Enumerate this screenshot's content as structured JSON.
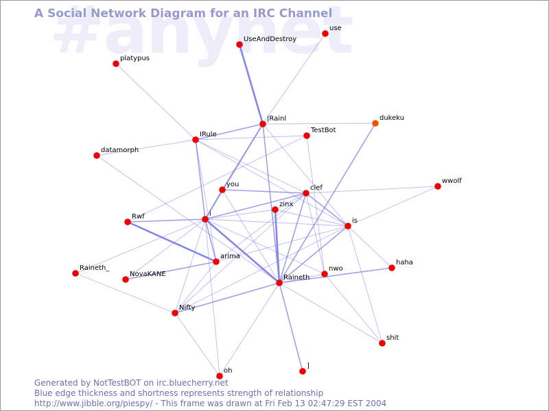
{
  "title": "A Social Network Diagram for an IRC Channel",
  "channel_watermark": "#anynet",
  "footer": {
    "line1": "Generated by NotTestBOT on irc.bluecherry.net",
    "line2": "Blue edge thickness and shortness represents strength of relationship",
    "line3": "http://www.jibble.org/piespy/ - This frame was drawn at Fri Feb 13 02:47:29 EST 2004"
  },
  "colors": {
    "node": "#ee0000",
    "node_alt": "#ee5500",
    "edge": "#8080e8",
    "title": "#9898d0",
    "watermark": "#eeeefb"
  },
  "nodes": [
    {
      "id": "UseAndDestroy",
      "label": "UseAndDestroy"
    },
    {
      "id": "use",
      "label": "use"
    },
    {
      "id": "platypus",
      "label": "platypus"
    },
    {
      "id": "Rainl",
      "label": "|Rainl"
    },
    {
      "id": "dukeku",
      "label": "dukeku",
      "color": "#ee5500"
    },
    {
      "id": "TestBot",
      "label": "TestBot"
    },
    {
      "id": "IRule",
      "label": "IRule"
    },
    {
      "id": "datamorph",
      "label": "datamorph"
    },
    {
      "id": "you",
      "label": "you"
    },
    {
      "id": "clef",
      "label": "clef"
    },
    {
      "id": "wwolf",
      "label": "wwolf"
    },
    {
      "id": "zinx",
      "label": "zinx"
    },
    {
      "id": "Rwf",
      "label": "Rwf"
    },
    {
      "id": "i",
      "label": "i"
    },
    {
      "id": "is",
      "label": "is"
    },
    {
      "id": "arima",
      "label": "arima"
    },
    {
      "id": "haha",
      "label": "haha"
    },
    {
      "id": "Raineth_",
      "label": "Raineth_"
    },
    {
      "id": "NovaKANE",
      "label": "NovaKANE"
    },
    {
      "id": "nwo",
      "label": "nwo"
    },
    {
      "id": "Raineth",
      "label": "Raineth"
    },
    {
      "id": "Nifty",
      "label": "Nifty"
    },
    {
      "id": "shit",
      "label": "shit"
    },
    {
      "id": "oh",
      "label": "oh"
    },
    {
      "id": "bracket",
      "label": "]"
    }
  ],
  "edges": [
    {
      "a": "UseAndDestroy",
      "b": "Rainl",
      "w": 3
    },
    {
      "a": "use",
      "b": "Rainl",
      "w": 1
    },
    {
      "a": "platypus",
      "b": "IRule",
      "w": 1
    },
    {
      "a": "Rainl",
      "b": "dukeku",
      "w": 1
    },
    {
      "a": "Rainl",
      "b": "IRule",
      "w": 2
    },
    {
      "a": "Rainl",
      "b": "you",
      "w": 2
    },
    {
      "a": "Rainl",
      "b": "i",
      "w": 2
    },
    {
      "a": "Rainl",
      "b": "Raineth",
      "w": 2
    },
    {
      "a": "Rainl",
      "b": "is",
      "w": 1
    },
    {
      "a": "dukeku",
      "b": "Raineth",
      "w": 2
    },
    {
      "a": "TestBot",
      "b": "IRule",
      "w": 1
    },
    {
      "a": "TestBot",
      "b": "Rwf",
      "w": 1
    },
    {
      "a": "TestBot",
      "b": "nwo",
      "w": 1
    },
    {
      "a": "IRule",
      "b": "datamorph",
      "w": 1
    },
    {
      "a": "IRule",
      "b": "i",
      "w": 2
    },
    {
      "a": "IRule",
      "b": "clef",
      "w": 1
    },
    {
      "a": "IRule",
      "b": "is",
      "w": 1
    },
    {
      "a": "IRule",
      "b": "arima",
      "w": 1
    },
    {
      "a": "datamorph",
      "b": "Raineth",
      "w": 1
    },
    {
      "a": "you",
      "b": "clef",
      "w": 2
    },
    {
      "a": "you",
      "b": "i",
      "w": 2
    },
    {
      "a": "you",
      "b": "Raineth",
      "w": 1
    },
    {
      "a": "clef",
      "b": "wwolf",
      "w": 1
    },
    {
      "a": "clef",
      "b": "zinx",
      "w": 1
    },
    {
      "a": "clef",
      "b": "i",
      "w": 2
    },
    {
      "a": "clef",
      "b": "is",
      "w": 2
    },
    {
      "a": "clef",
      "b": "Raineth",
      "w": 2
    },
    {
      "a": "clef",
      "b": "nwo",
      "w": 1
    },
    {
      "a": "clef",
      "b": "Nifty",
      "w": 1
    },
    {
      "a": "clef",
      "b": "arima",
      "w": 1
    },
    {
      "a": "wwolf",
      "b": "is",
      "w": 1
    },
    {
      "a": "zinx",
      "b": "i",
      "w": 1
    },
    {
      "a": "zinx",
      "b": "Raineth",
      "w": 3
    },
    {
      "a": "zinx",
      "b": "is",
      "w": 1
    },
    {
      "a": "Rwf",
      "b": "i",
      "w": 2
    },
    {
      "a": "Rwf",
      "b": "arima",
      "w": 3
    },
    {
      "a": "i",
      "b": "is",
      "w": 1
    },
    {
      "a": "i",
      "b": "arima",
      "w": 2
    },
    {
      "a": "i",
      "b": "Raineth",
      "w": 3
    },
    {
      "a": "i",
      "b": "NovaKANE",
      "w": 1
    },
    {
      "a": "i",
      "b": "Raineth_",
      "w": 1
    },
    {
      "a": "i",
      "b": "Nifty",
      "w": 1
    },
    {
      "a": "i",
      "b": "nwo",
      "w": 1
    },
    {
      "a": "i",
      "b": "oh",
      "w": 1
    },
    {
      "a": "is",
      "b": "Raineth",
      "w": 2
    },
    {
      "a": "is",
      "b": "haha",
      "w": 1
    },
    {
      "a": "is",
      "b": "Nifty",
      "w": 1
    },
    {
      "a": "is",
      "b": "shit",
      "w": 1
    },
    {
      "a": "is",
      "b": "arima",
      "w": 1
    },
    {
      "a": "arima",
      "b": "NovaKANE",
      "w": 2
    },
    {
      "a": "arima",
      "b": "Nifty",
      "w": 1
    },
    {
      "a": "Raineth",
      "b": "nwo",
      "w": 1
    },
    {
      "a": "Raineth",
      "b": "haha",
      "w": 2
    },
    {
      "a": "Raineth",
      "b": "shit",
      "w": 1
    },
    {
      "a": "Raineth",
      "b": "bracket",
      "w": 2
    },
    {
      "a": "Raineth",
      "b": "oh",
      "w": 1
    },
    {
      "a": "Raineth",
      "b": "Nifty",
      "w": 2
    },
    {
      "a": "Raineth_",
      "b": "Nifty",
      "w": 1
    },
    {
      "a": "Nifty",
      "b": "oh",
      "w": 1
    },
    {
      "a": "nwo",
      "b": "shit",
      "w": 1
    }
  ]
}
